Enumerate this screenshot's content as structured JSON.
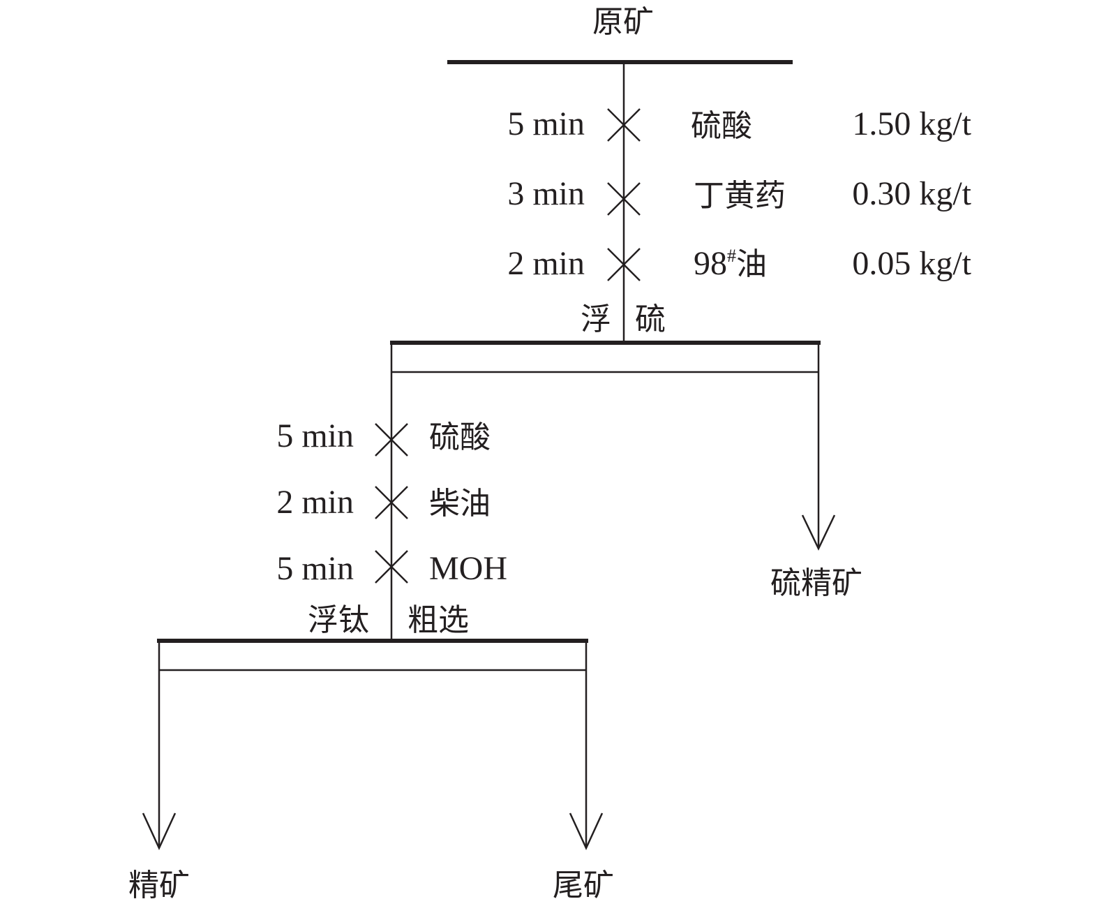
{
  "feed": "原矿",
  "stage1": {
    "name_left": "浮",
    "name_right": "硫",
    "reagents": [
      {
        "time": "5 min",
        "reagent": "硫酸",
        "dosage": "1.50 kg/t"
      },
      {
        "time": "3 min",
        "reagent": "丁黄药",
        "dosage": "0.30 kg/t"
      },
      {
        "time": "2 min",
        "reagent_base": "98",
        "reagent_sup": "#",
        "reagent_tail": "油",
        "dosage": "0.05 kg/t"
      }
    ],
    "concentrate": "硫精矿"
  },
  "stage2": {
    "name_left": "浮钛",
    "name_right": "粗选",
    "reagents": [
      {
        "time": "5 min",
        "reagent": "硫酸"
      },
      {
        "time": "2 min",
        "reagent": "柴油"
      },
      {
        "time": "5 min",
        "reagent": "MOH"
      }
    ],
    "concentrate": "精矿",
    "tailings": "尾矿"
  }
}
